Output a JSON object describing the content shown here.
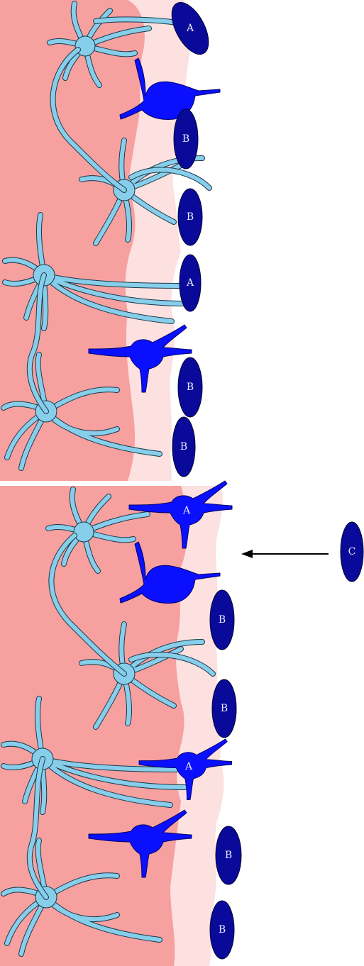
{
  "colors": {
    "tissue_dark": "#f7a0a0",
    "tissue_light": "#fde0e0",
    "astrocyte": "#87ceeb",
    "immune_cell": "#0a10ff",
    "oval_cell": "#0a0a9a",
    "label_text": "#e8e8ff"
  },
  "panels": [
    {
      "name": "top",
      "ovals": [
        {
          "label": "A"
        },
        {
          "label": "B"
        },
        {
          "label": "B"
        },
        {
          "label": "A"
        },
        {
          "label": "B"
        },
        {
          "label": "B"
        }
      ]
    },
    {
      "name": "bottom",
      "ovals": [
        {
          "label": "B"
        },
        {
          "label": "B"
        },
        {
          "label": "B"
        },
        {
          "label": "B"
        }
      ],
      "cell_labels": [
        {
          "label": "A"
        },
        {
          "label": "A"
        }
      ],
      "incoming": {
        "label": "C"
      }
    }
  ]
}
